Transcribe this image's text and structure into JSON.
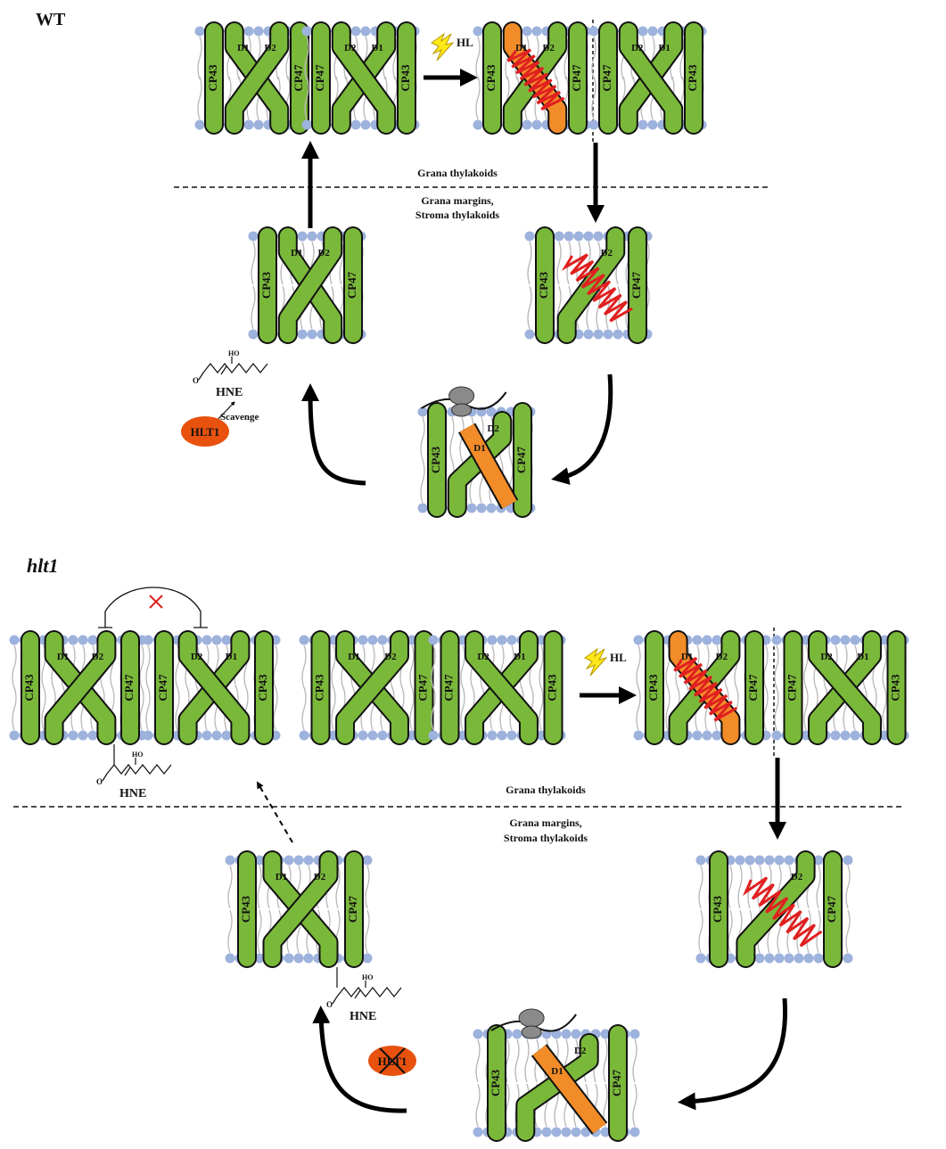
{
  "panels": {
    "wt": "WT",
    "hlt1": "hlt1"
  },
  "labels": {
    "cp43": "CP43",
    "cp47": "CP47",
    "d1": "D1",
    "d2": "D2",
    "hl": "HL",
    "grana": "Grana thylakoids",
    "margins": "Grana margins,",
    "stroma": "Stroma thylakoids",
    "hne": "HNE",
    "ho": "HO",
    "o": "O",
    "scavenge": "Scavenge",
    "hlt1_protein": "HLT1"
  },
  "colors": {
    "protein_green": "#7ab83a",
    "d1_damaged": "#f28c28",
    "damage_zigzag": "#e02020",
    "lipid_head": "#9db2dc",
    "lipid_tail": "#b8b8b8",
    "hlt1_oval": "#e8520e",
    "ribosome": "#8a8a8a",
    "light_bolt": "#ffe81a",
    "inhibition_x": "#e02020"
  },
  "icons": [
    "high-light-bolt-icon",
    "ribosome-icon",
    "inhibition-x-icon"
  ]
}
